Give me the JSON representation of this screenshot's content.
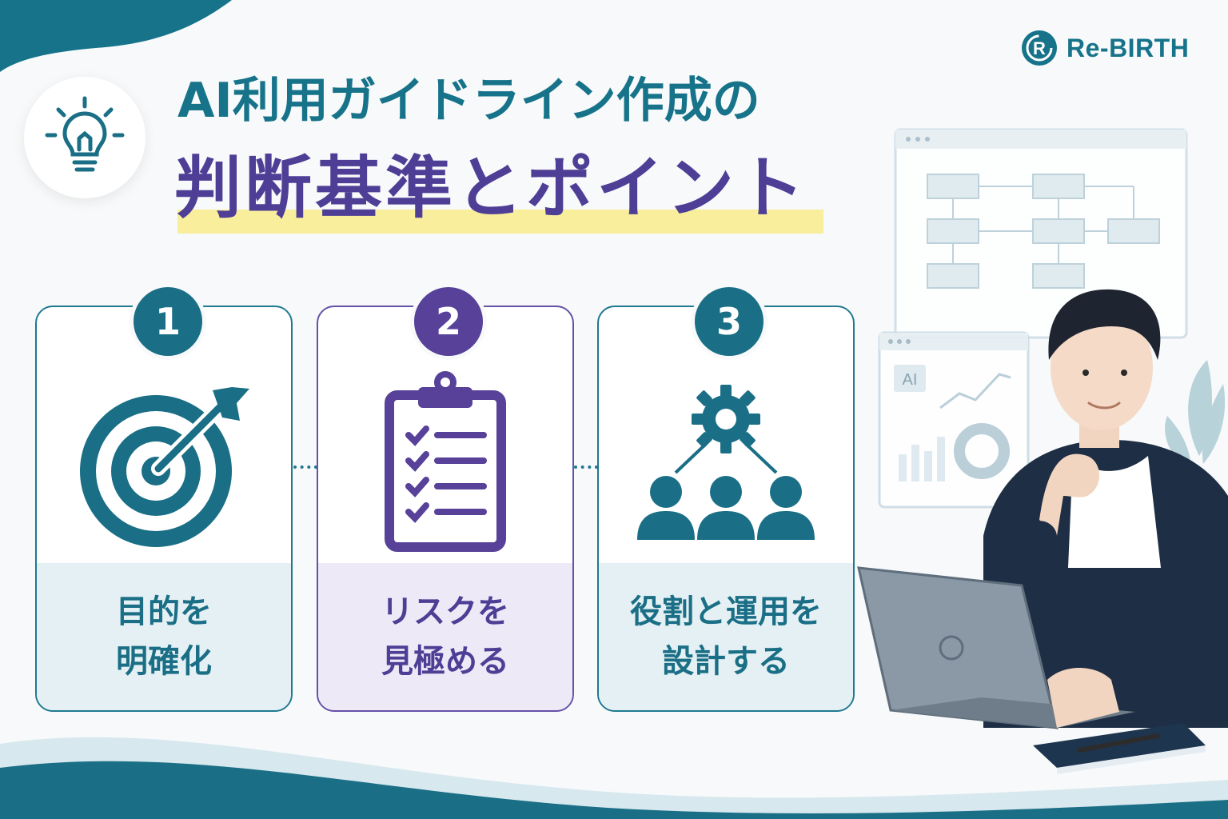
{
  "brand": {
    "name": "Re-BIRTH",
    "logo_letter": "R"
  },
  "title": {
    "line1": "AI利用ガイドライン作成の",
    "line2": "判断基準とポイント"
  },
  "steps": [
    {
      "number": "1",
      "icon": "target-arrow-icon",
      "line1": "目的を",
      "line2": "明確化"
    },
    {
      "number": "2",
      "icon": "clipboard-checklist-icon",
      "line1": "リスクを",
      "line2": "見極める"
    },
    {
      "number": "3",
      "icon": "gear-team-icon",
      "line1": "役割と運用を",
      "line2": "設計する"
    }
  ],
  "illustration": {
    "dashboard_label": "AI"
  },
  "colors": {
    "teal": "#1a6f86",
    "purple": "#574199",
    "highlight": "#f8ee9c",
    "background": "#f7f9fa"
  }
}
